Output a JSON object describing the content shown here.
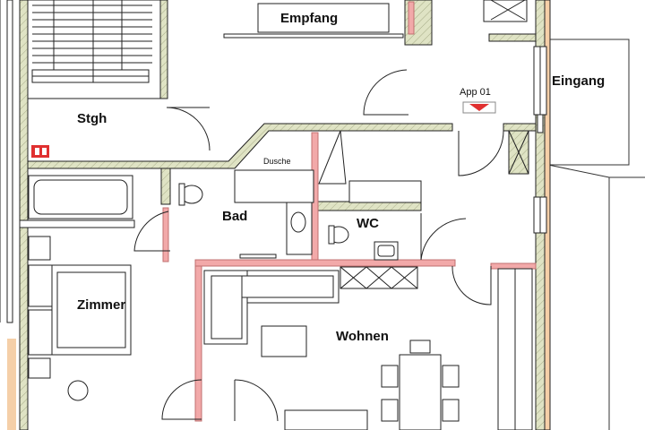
{
  "plan": {
    "rooms": {
      "empfang": "Empfang",
      "eingang": "Eingang",
      "app": "App 01",
      "stgh": "Stgh",
      "dusche": "Dusche",
      "bad": "Bad",
      "wc": "WC",
      "zimmer": "Zimmer",
      "wohnen": "Wohnen"
    },
    "colors": {
      "wall_fill": "#dfe3c4",
      "wall_stroke": "#222222",
      "partition": "#f2a9a9",
      "partition_stroke": "#c07070",
      "facade": "#f5cfa8",
      "marker": "#e03030",
      "exit_sign": "#e03030",
      "line": "#333333"
    },
    "icons": [
      "fire-extinguisher-icon",
      "entry-marker-icon"
    ]
  }
}
